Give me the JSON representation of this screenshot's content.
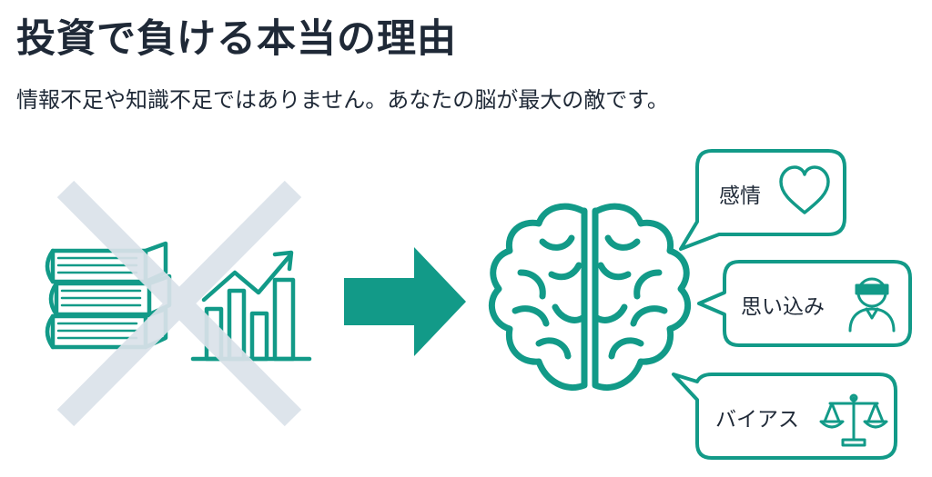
{
  "title": "投資で負ける本当の理由",
  "subtitle": "情報不足や知識不足ではありません。あなたの脳が最大の敵です。",
  "colors": {
    "accent": "#129a88",
    "cross": "#dbe2ea",
    "text": "#1f2937"
  },
  "icons": {
    "books": "books-icon",
    "chart": "bar-chart-icon",
    "arrow": "right-arrow-icon",
    "brain": "brain-icon",
    "heart": "heart-icon",
    "blindfold": "blindfolded-person-icon",
    "scale": "balance-scale-icon"
  },
  "bubbles": [
    {
      "label": "感情",
      "icon": "heart-icon"
    },
    {
      "label": "思い込み",
      "icon": "blindfolded-person-icon"
    },
    {
      "label": "バイアス",
      "icon": "balance-scale-icon"
    }
  ]
}
